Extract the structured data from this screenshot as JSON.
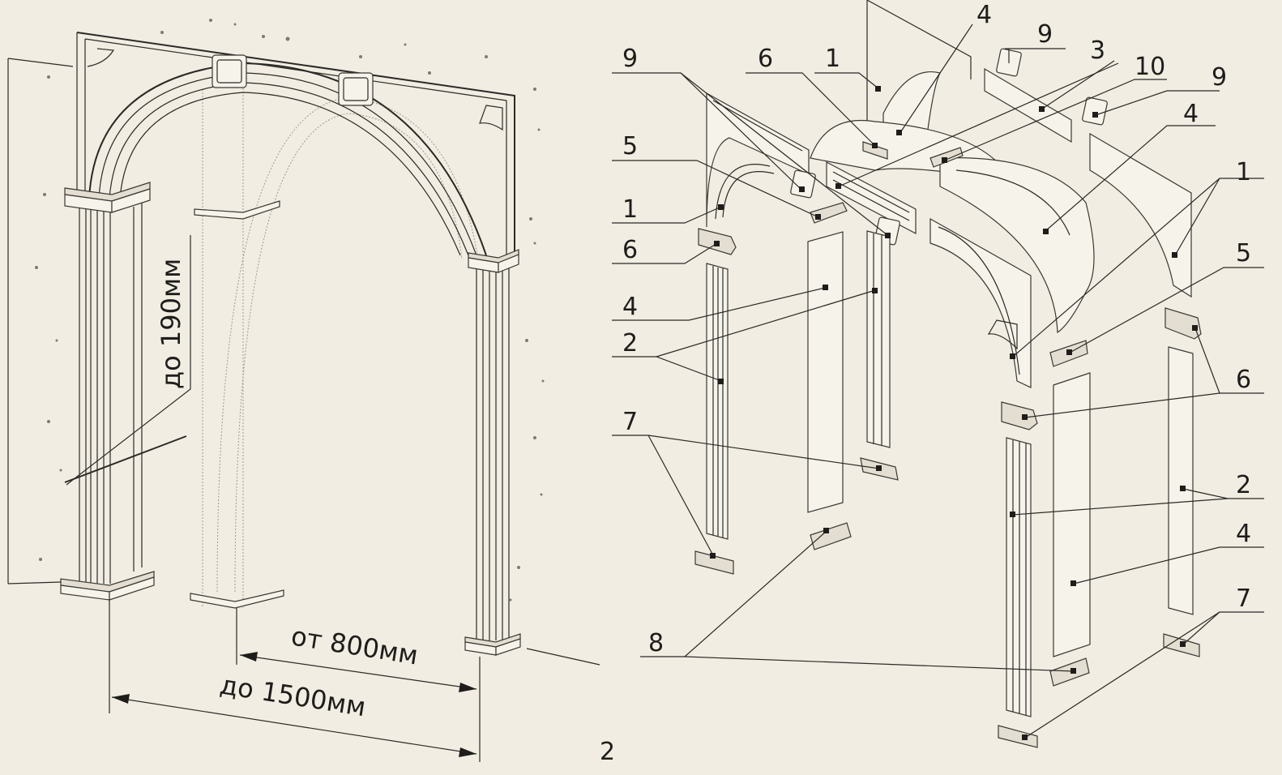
{
  "dimensions": {
    "depth": "до 190мм",
    "opening_min": "от 800мм",
    "opening_max": "до 1500мм"
  },
  "figure_number": "2",
  "callouts": {
    "c9a": "9",
    "c6a": "6",
    "c1a": "1",
    "c4a": "4",
    "c3": "3",
    "c10": "10",
    "c9b": "9",
    "c4b": "4",
    "c5a": "5",
    "c1b": "1",
    "c6b": "6",
    "c4c": "4",
    "c2a": "2",
    "c7a": "7",
    "c1c": "1",
    "c5b": "5",
    "c6c": "6",
    "c2b": "2",
    "c4d": "4",
    "c7b": "7",
    "c8": "8"
  }
}
